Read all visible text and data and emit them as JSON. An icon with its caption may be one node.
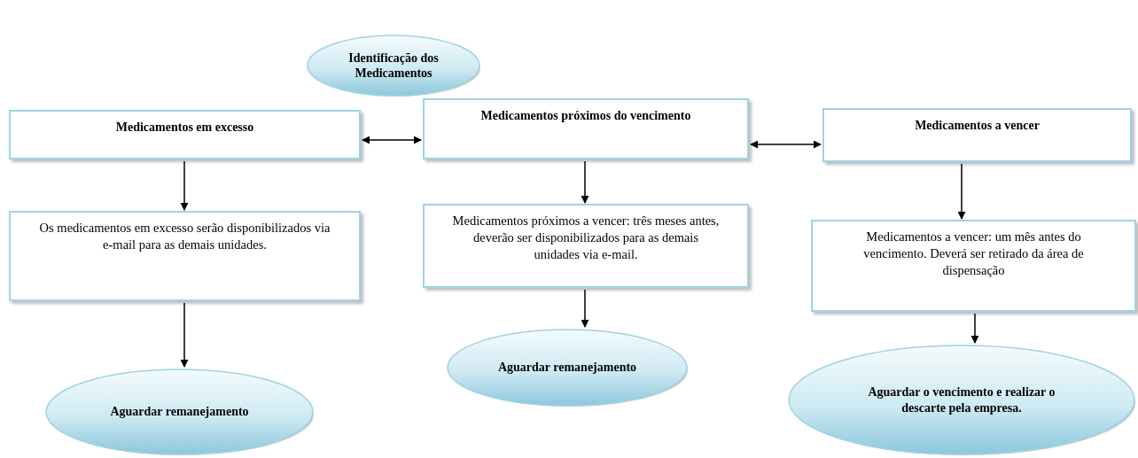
{
  "diagram": {
    "nodes": [
      {
        "text": [
          "Identificação dos Medicamentos"
        ]
      },
      {
        "text": [
          "Medicamentos em excesso"
        ]
      },
      {
        "text": [
          "Medicamentos próximos do vencimento"
        ]
      },
      {
        "text": [
          "Medicamentos a vencer"
        ]
      },
      {
        "text": [
          "Os medicamentos em excesso serão disponibilizados via e-mail para as demais unidades."
        ]
      },
      {
        "text": [
          "Medicamentos próximos a vencer: três meses antes, deverão ser disponibilizados para as demais unidades via e-mail."
        ]
      },
      {
        "text": [
          "Medicamentos a vencer: um mês antes do vencimento. Deverá ser retirado da área de dispensação"
        ]
      },
      {
        "text": [
          "Aguardar remanejamento"
        ]
      },
      {
        "text": [
          "Aguardar remanejamento"
        ]
      },
      {
        "text": [
          "Aguardar o vencimento e realizar o descarte pela empresa."
        ]
      }
    ],
    "edges": [
      {
        "from": 1,
        "to": 2,
        "arrow": "both"
      },
      {
        "from": 2,
        "to": 3,
        "arrow": "both"
      },
      {
        "from": 1,
        "to": 4,
        "arrow": "to"
      },
      {
        "from": 4,
        "to": 7,
        "arrow": "to"
      },
      {
        "from": 2,
        "to": 5,
        "arrow": "to"
      },
      {
        "from": 5,
        "to": 8,
        "arrow": "to"
      },
      {
        "from": 3,
        "to": 6,
        "arrow": "to"
      },
      {
        "from": 6,
        "to": 9,
        "arrow": "to"
      }
    ]
  }
}
